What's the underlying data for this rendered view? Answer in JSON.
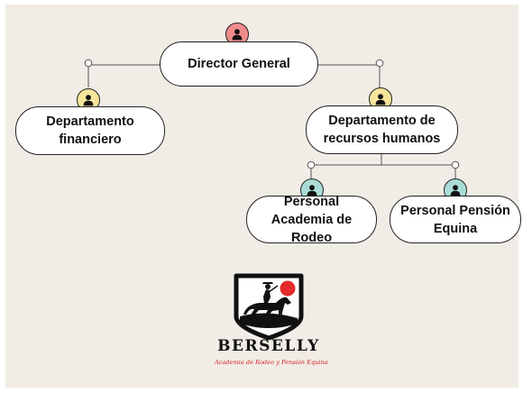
{
  "org_chart": {
    "director": {
      "label": "Director General",
      "icon": "person-icon",
      "avatar_color": "#ef8b8b"
    },
    "finance": {
      "label": "Departamento financiero",
      "icon": "person-icon",
      "avatar_color": "#f6e59a"
    },
    "hr": {
      "label": "Departamento de recursos humanos",
      "icon": "person-icon",
      "avatar_color": "#f6e59a"
    },
    "rodeo_staff": {
      "label": "Personal Academia de Rodeo",
      "icon": "person-icon",
      "avatar_color": "#a9dcd6"
    },
    "equine_staff": {
      "label": "Personal Pensión Equina",
      "icon": "person-icon",
      "avatar_color": "#a9dcd6"
    }
  },
  "logo": {
    "name": "BERSELLY",
    "tagline": "Academia de Rodeo y Pensión Equina",
    "accent_color": "#e42a2a"
  },
  "colors": {
    "background": "#f1ece6",
    "node_fill": "#ffffff",
    "outline": "#222222"
  }
}
